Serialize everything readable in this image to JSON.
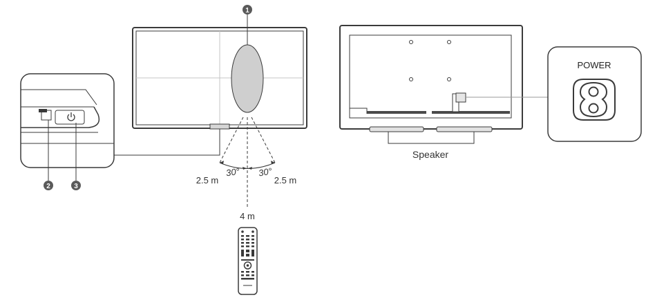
{
  "callouts": {
    "one": "1",
    "two": "2",
    "three": "3"
  },
  "distances": {
    "left": "2.5 m",
    "right": "2.5 m",
    "center": "4 m"
  },
  "angles": {
    "left": "30°",
    "right": "30°"
  },
  "labels": {
    "speaker": "Speaker",
    "power": "POWER"
  },
  "colors": {
    "line": "#3a3a3a",
    "sensor_area": "#cfcfcf",
    "callout_fill": "#5a5a5a",
    "guide": "#bdbdbd"
  },
  "icons": {
    "power_button": "power-icon",
    "power_socket": "figure-eight-socket-icon",
    "remote": "remote-control-icon"
  }
}
